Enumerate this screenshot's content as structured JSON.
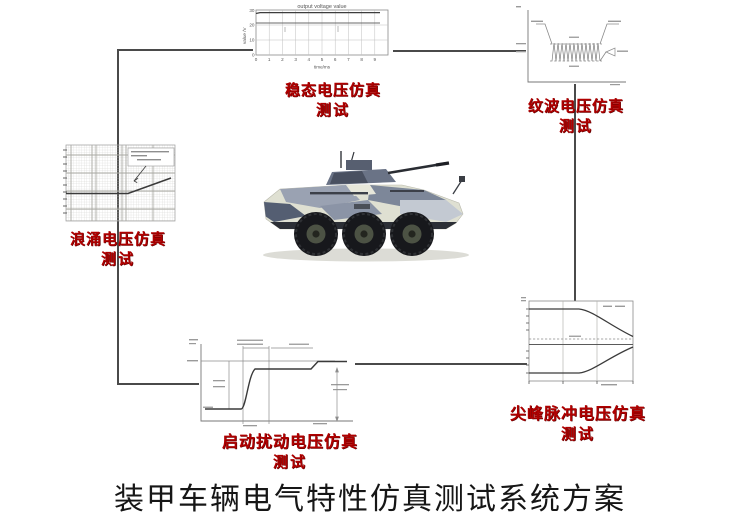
{
  "title": "装甲车辆电气特性仿真测试系统方案",
  "labels": {
    "steady": {
      "line1": "稳态电压仿真",
      "line2": "测试"
    },
    "ripple": {
      "line1": "纹波电压仿真",
      "line2": "测试"
    },
    "surge": {
      "line1": "浪涌电压仿真",
      "line2": "测试"
    },
    "startup": {
      "line1": "启动扰动电压仿真",
      "line2": "测试"
    },
    "spike": {
      "line1": "尖峰脉冲电压仿真",
      "line2": "测试"
    }
  },
  "steady_chart": {
    "title": "output voltage value",
    "y_axis_label": "value /V",
    "x_axis_label": "time/ms",
    "y_ticks": [
      "30",
      "20",
      "10",
      "0"
    ],
    "x_ticks": [
      "0",
      "1",
      "2",
      "3",
      "4",
      "5",
      "6",
      "7",
      "8",
      "9"
    ]
  },
  "icons": {
    "center_image": "armored-vehicle-6x6-side-view",
    "node_images": [
      "steady-voltage-waveform",
      "ripple-voltage-waveform",
      "surge-voltage-log-plot",
      "startup-disturbance-curve",
      "spike-pulse-envelope"
    ]
  },
  "colors": {
    "label_red": "#b00000",
    "connector": "#4a4a4a",
    "title_black": "#161616",
    "camo_light": "#dfe0d2",
    "camo_blue": "#8b94a6",
    "camo_dark": "#545e72"
  }
}
